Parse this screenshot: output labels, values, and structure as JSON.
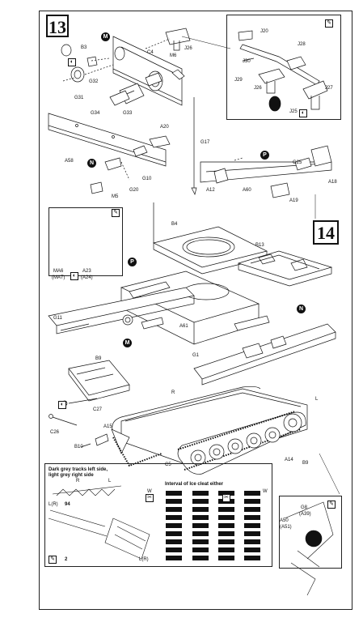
{
  "steps": {
    "step13": "13",
    "step14": "14"
  },
  "circled": {
    "m": "M",
    "n": "N",
    "p": "P"
  },
  "labels": {
    "b3": "B3",
    "c4": "C4",
    "m6": "M6",
    "j26": "J26",
    "g32": "G32",
    "g31": "G31",
    "g34": "G34",
    "g33": "G33",
    "j20": "J20",
    "j28": "J28",
    "j30": "J30",
    "j29": "J29",
    "j26b": "J26",
    "j27": "J27",
    "j25": "J25",
    "a20": "A20",
    "a58": "A58",
    "g10": "G10",
    "g20": "G20",
    "m5": "M5",
    "g17": "G17",
    "g25": "G25",
    "a18": "A18",
    "a12": "A12",
    "a60": "A60",
    "a19": "A19",
    "b4": "B4",
    "b13": "B13",
    "ma6": "MA6",
    "ma7": "(MA7)",
    "a23": "A23",
    "a24": "(A24)",
    "g11": "G11",
    "a61": "A61",
    "g1": "G1",
    "b9": "B9",
    "r": "R",
    "l": "L",
    "c27": "C27",
    "c26": "C26",
    "a15": "A15",
    "b10": "B10",
    "c5": "C5",
    "a14": "A14",
    "b9b": "B9",
    "g8": "G8",
    "a39": "(A39)",
    "a50": "A50",
    "a51": "(A51)",
    "r2": "R",
    "l2": "L",
    "lr": "L(R)",
    "w1": "W",
    "w2": "W",
    "lr2": "L(R)",
    "x94": "94",
    "x2": "2"
  },
  "notes": {
    "tracks_line1": "Dark grey tracks left side,",
    "tracks_line2": "light grey right side",
    "ice_cleat": "Interval of Ice cleat either"
  },
  "icon_names": [
    "glue-icon",
    "paint-icon",
    "part-count-icon",
    "optional-icon"
  ]
}
